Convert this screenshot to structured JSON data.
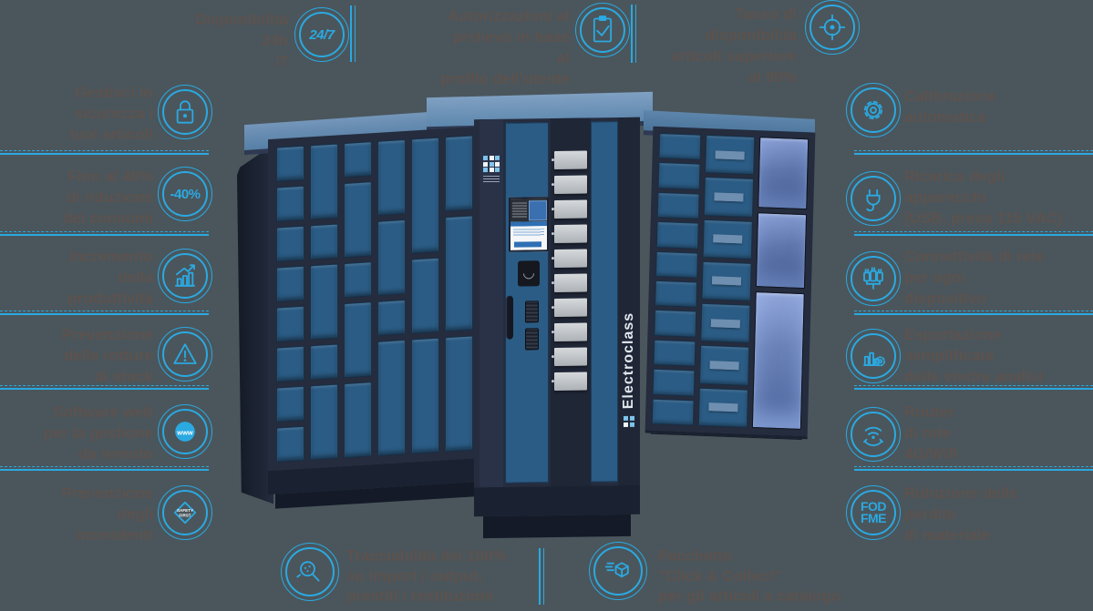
{
  "canvas": {
    "background": "#4A565C",
    "accent_blue": "#2BA9E1",
    "text_color": "#5D524E"
  },
  "top_features": [
    {
      "lines": [
        "Disponibilità",
        "24h",
        "/7"
      ],
      "icon": "badge-24-7-icon",
      "icon_text": "24/7"
    },
    {
      "lines": [
        "Autorizzazioni al",
        "prelievo in base al",
        "profilo dell'utente"
      ],
      "icon": "clipboard-check-icon"
    },
    {
      "lines": [
        "Tasso di disponibilità",
        "articoli superiore",
        "al 99%"
      ],
      "icon": "target-icon"
    }
  ],
  "left_features": [
    {
      "lines": [
        "Gestisci in",
        "sicurezza i",
        "tuoi articoli"
      ],
      "icon": "padlock-icon"
    },
    {
      "lines": [
        "Fino al 40%",
        "di riduzione",
        "dei consumi"
      ],
      "icon": "badge-minus40-icon",
      "icon_text": "-40%"
    },
    {
      "lines": [
        "Incremento",
        "della",
        "produttività"
      ],
      "icon": "productivity-chart-icon"
    },
    {
      "lines": [
        "Prevenzione",
        "delle rotture",
        "di stock"
      ],
      "icon": "warning-triangle-icon"
    },
    {
      "lines": [
        "Software web",
        "per la gestione",
        "da remoto"
      ],
      "icon": "www-globe-icon",
      "icon_text": "www"
    },
    {
      "lines": [
        "Prevenzione",
        "degli",
        "incendenti"
      ],
      "icon": "safety-first-diamond-icon",
      "icon_text": "SAFETY\nFIRST"
    }
  ],
  "right_features": [
    {
      "lines": [
        "Calibrazione",
        "automatica",
        ""
      ],
      "icon": "gear-icon"
    },
    {
      "lines": [
        "Ricarica degli",
        "apparecchi",
        "(USB, presa 115 VAC)"
      ],
      "icon": "power-plug-icon"
    },
    {
      "lines": [
        "Connettività di rete",
        "per ogni",
        "dispositivo"
      ],
      "icon": "network-connectors-icon"
    },
    {
      "lines": [
        "Esportazione",
        "semplificata",
        "delle vostre analisi"
      ],
      "icon": "analytics-export-icon"
    },
    {
      "lines": [
        "Router",
        "di rete",
        "4G/Wifi"
      ],
      "icon": "wifi-router-icon"
    },
    {
      "lines": [
        "Riduzione delle",
        "perdite",
        "di materiale"
      ],
      "icon": "fod-fme-badge-icon",
      "icon_text": "FOD\nFME"
    }
  ],
  "bottom_features": [
    {
      "lines": [
        "Tracciabilità del 100%",
        "su import / output,",
        "prestiti / restituzioni"
      ],
      "icon": "traceability-search-icon"
    },
    {
      "lines": [
        "Pacchetto",
        "\"Click & Collect\"",
        "per gli articoli a catalogo"
      ],
      "icon": "click-collect-box-icon"
    }
  ],
  "machine": {
    "brand": "Electroclass"
  }
}
